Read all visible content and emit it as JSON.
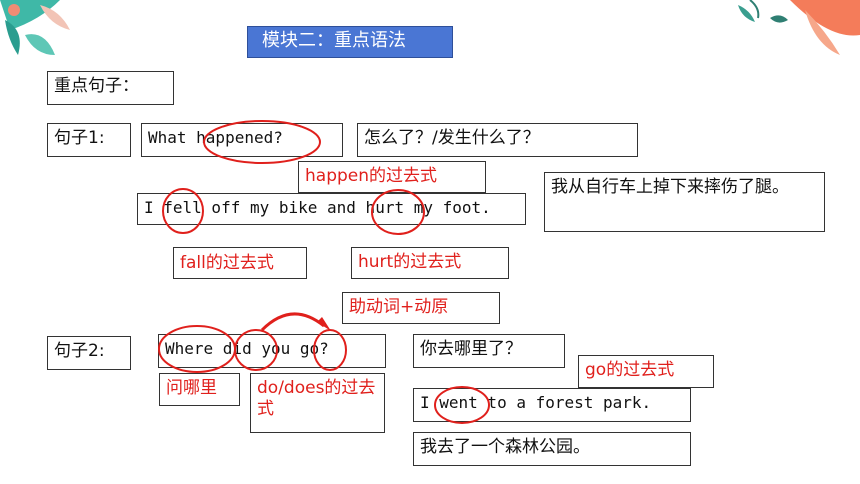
{
  "title": "模块二：重点语法",
  "section_label": "重点句子：",
  "s1": {
    "label": "句子1:",
    "en": "What happened?",
    "cn": "怎么了？/发生什么了？",
    "note_happen": "happen的过去式",
    "en2": " I fell off my bike and hurt my foot.",
    "cn2": "我从自行车上掉下来摔伤了腿。",
    "note_fall": "fall的过去式",
    "note_hurt": "hurt的过去式"
  },
  "note_aux": "助动词+动原",
  "s2": {
    "label": "句子2:",
    "en": "Where did you go?",
    "cn": "你去哪里了？",
    "note_where": "问哪里",
    "note_do": "do/does的过去式",
    "note_go": "go的过去式",
    "en2": "I went to a forest park.",
    "cn2": "我去了一个森林公园。"
  },
  "colors": {
    "accent": "#4a76d4",
    "annotation": "#e0201c"
  }
}
